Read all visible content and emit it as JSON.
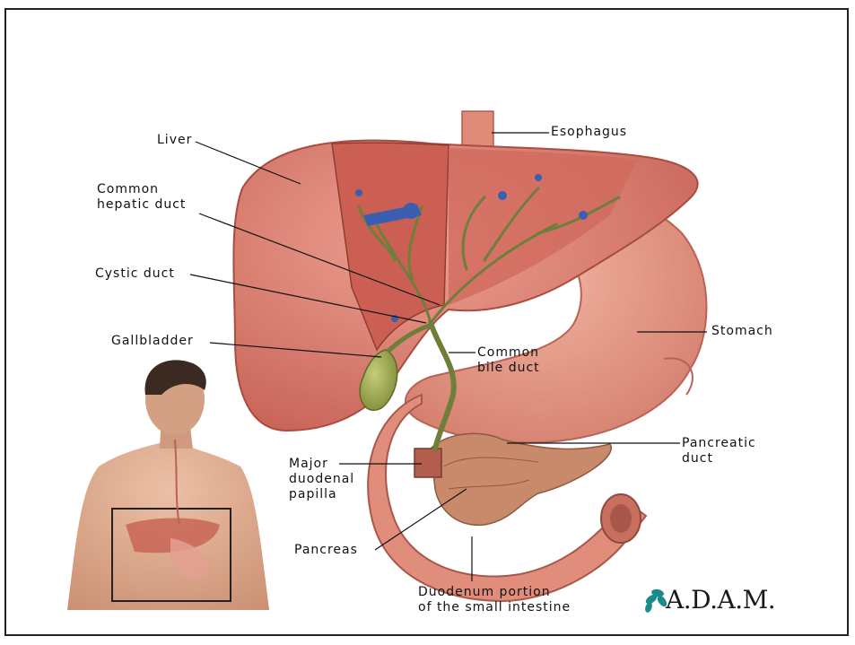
{
  "labels": {
    "liver": "Liver",
    "common_hepatic_duct": "Common\nhepatic duct",
    "cystic_duct": "Cystic duct",
    "gallbladder": "Gallbladder",
    "esophagus": "Esophagus",
    "common_bile_duct": "Common\nbile duct",
    "stomach": "Stomach",
    "pancreatic_duct": "Pancreatic\nduct",
    "major_duodenal_papilla": "Major\nduodenal\npapilla",
    "pancreas": "Pancreas",
    "duodenum": "Duodenum portion\nof the small intestine"
  },
  "logo": {
    "text": "A.D.A.M.",
    "icon": "leaf-logo-icon",
    "color": "#1b8a8a"
  },
  "colors": {
    "liver": "#d9796e",
    "liver_cut": "#d2665a",
    "stomach": "#e59583",
    "gallbladder": "#8f9a45",
    "duct": "#6e7f3a",
    "vessel": "#3b5fb0",
    "pancreas": "#c98a6b",
    "skin": "#d9a58a",
    "hair": "#3a2a22"
  }
}
